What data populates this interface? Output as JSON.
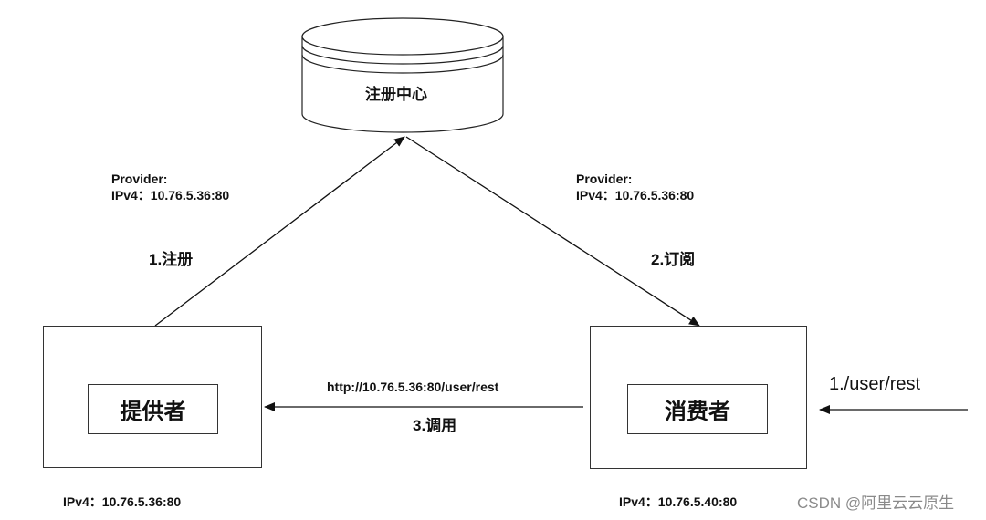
{
  "registry": {
    "label": "注册中心"
  },
  "provider": {
    "box_label": "提供者",
    "ip_label": "IPv4：10.76.5.36:80"
  },
  "consumer": {
    "box_label": "消费者",
    "ip_label": "IPv4：10.76.5.40:80"
  },
  "edges": {
    "register": {
      "step_label": "1.注册",
      "info_line1": "Provider:",
      "info_line2": "IPv4：10.76.5.36:80"
    },
    "subscribe": {
      "step_label": "2.订阅",
      "info_line1": "Provider:",
      "info_line2": "IPv4：10.76.5.36:80"
    },
    "invoke": {
      "url_label": "http://10.76.5.36:80/user/rest",
      "step_label": "3.调用"
    },
    "request": {
      "label": "1./user/rest"
    }
  },
  "watermark": "CSDN @阿里云云原生"
}
